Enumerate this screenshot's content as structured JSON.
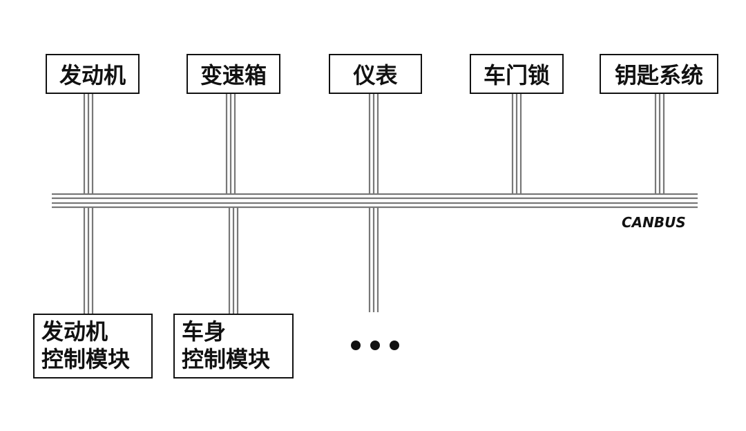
{
  "top_nodes": [
    "发动机",
    "变速箱",
    "仪表",
    "车门锁",
    "钥匙系统"
  ],
  "bus_label": "CANBUS",
  "bottom_nodes": [
    {
      "line1": "发动机",
      "line2": "控制模块"
    },
    {
      "line1": "车身",
      "line2": "控制模块"
    }
  ],
  "colors": {
    "line": "#777777",
    "text": "#111111"
  }
}
